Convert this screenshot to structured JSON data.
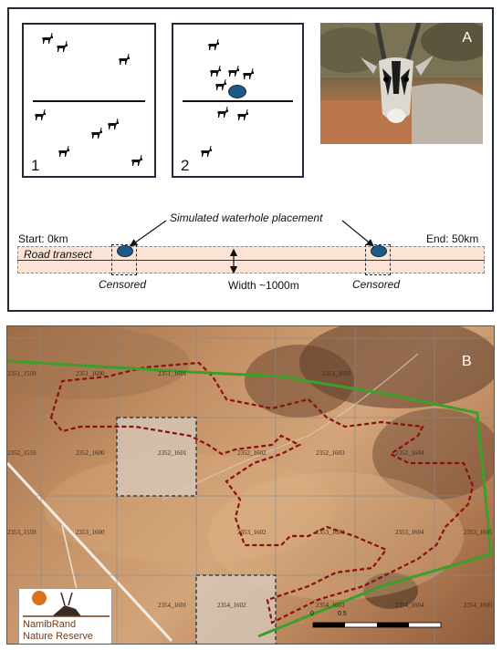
{
  "panelA": {
    "letter": "A",
    "scenario1_label": "1",
    "scenario2_label": "2",
    "annotation": "Simulated waterhole placement",
    "start_label": "Start: 0km",
    "end_label": "End: 50km",
    "road_label": "Road transect",
    "width_label": "Width ~1000m",
    "censored_left": "Censored",
    "censored_right": "Censored"
  },
  "panelB": {
    "letter": "B",
    "grid_cells": [
      "2351_1559",
      "2351_1600",
      "2351_1601",
      "2351_1603",
      "2352_1559",
      "2352_1600",
      "2352_1601",
      "2352_1602",
      "2352_1603",
      "2352_1604",
      "2353_1559",
      "2353_1600",
      "2353_1602",
      "2353_1603",
      "2353_1604",
      "2353_1605",
      "2354_1601",
      "2354_1602",
      "2354_1603",
      "2354_1604",
      "2354_1605"
    ],
    "scale_ticks": [
      "0",
      "0.5"
    ],
    "logo_line1": "NamibRand",
    "logo_line2": "Nature Reserve"
  },
  "colors": {
    "frame": "#1e2a3a",
    "road_fill": "#fbe3d6",
    "waterhole": "#1f5a85",
    "boundary": "#3aa02a",
    "study_area": "#8a1010",
    "logo_text": "#7a3a12"
  }
}
